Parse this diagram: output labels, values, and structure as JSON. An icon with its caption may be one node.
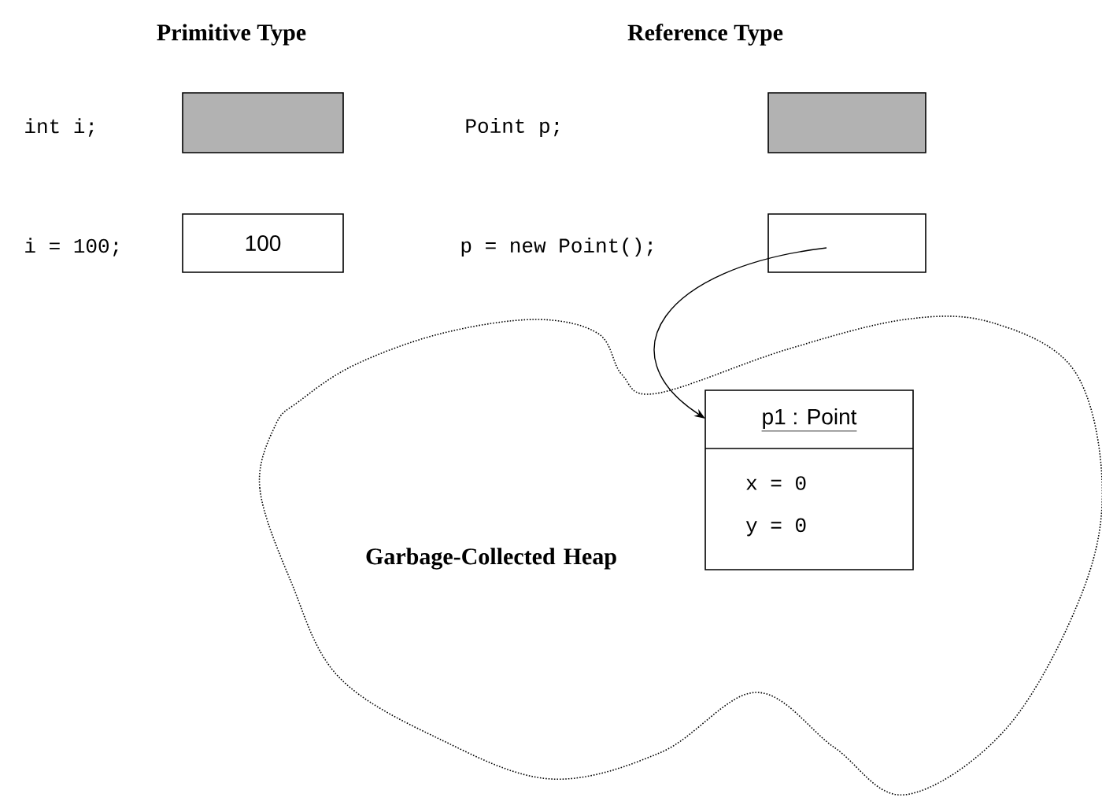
{
  "diagram": {
    "nodes": [
      {
        "text": [],
        "shape": "box"
      },
      {
        "text": [
          "100"
        ]
      },
      {
        "text": [],
        "shape": "box"
      },
      {
        "text": [],
        "shape": "box"
      },
      {
        "text": [
          "Garbage-Collected Heap"
        ]
      },
      {
        "text": [
          "p1 : Point",
          "x = 0",
          "y = 0"
        ],
        "in": 4
      }
    ],
    "edges": [
      {
        "from": 3,
        "to": 5,
        "arrow": "to"
      }
    ],
    "labels": [
      "Primitive Type",
      "Reference Type",
      "int i;",
      "Point p;",
      "i = 100;",
      "p = new Point();"
    ]
  }
}
